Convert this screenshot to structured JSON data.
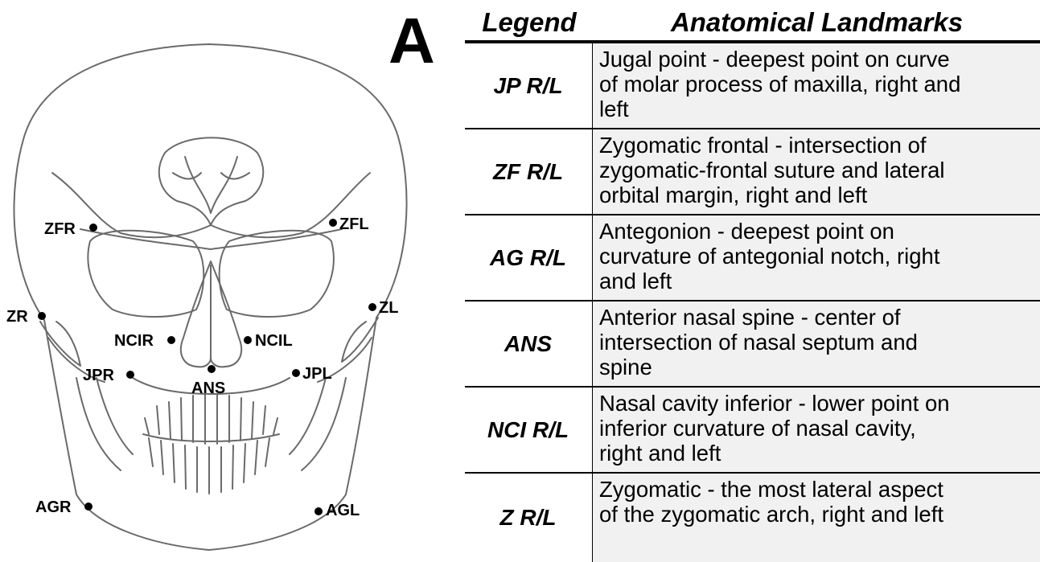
{
  "figure": {
    "panel_letter": "A",
    "landmarks": [
      {
        "id": "zfr",
        "label": "ZFR"
      },
      {
        "id": "zfl",
        "label": "ZFL"
      },
      {
        "id": "zr",
        "label": "ZR"
      },
      {
        "id": "zl",
        "label": "ZL"
      },
      {
        "id": "ncir",
        "label": "NCIR"
      },
      {
        "id": "ncil",
        "label": "NCIL"
      },
      {
        "id": "jpr",
        "label": "JPR"
      },
      {
        "id": "jpl",
        "label": "JPL"
      },
      {
        "id": "ans",
        "label": "ANS"
      },
      {
        "id": "agr",
        "label": "AGR"
      },
      {
        "id": "agl",
        "label": "AGL"
      }
    ]
  },
  "table": {
    "header_legend": "Legend",
    "header_landmarks": "Anatomical Landmarks",
    "rows": [
      {
        "code": "JP R/L",
        "lines": [
          "Jugal point - deepest point on curve",
          "of molar process of maxilla, right and",
          "left"
        ]
      },
      {
        "code": "ZF R/L",
        "lines": [
          "Zygomatic frontal - intersection of",
          "zygomatic-frontal suture and lateral",
          "orbital margin, right and left"
        ]
      },
      {
        "code": "AG R/L",
        "lines": [
          "Antegonion - deepest point on",
          "curvature of antegonial notch, right",
          "and left"
        ]
      },
      {
        "code": "ANS",
        "lines": [
          "Anterior nasal spine - center of",
          "intersection of nasal septum and",
          "spine"
        ]
      },
      {
        "code": "NCI R/L",
        "lines": [
          "Nasal cavity inferior - lower point on",
          "inferior curvature of nasal cavity,",
          "right and left"
        ]
      },
      {
        "code": "Z R/L",
        "lines": [
          "Zygomatic - the most lateral aspect",
          "of the zygomatic arch, right and left"
        ]
      }
    ]
  }
}
